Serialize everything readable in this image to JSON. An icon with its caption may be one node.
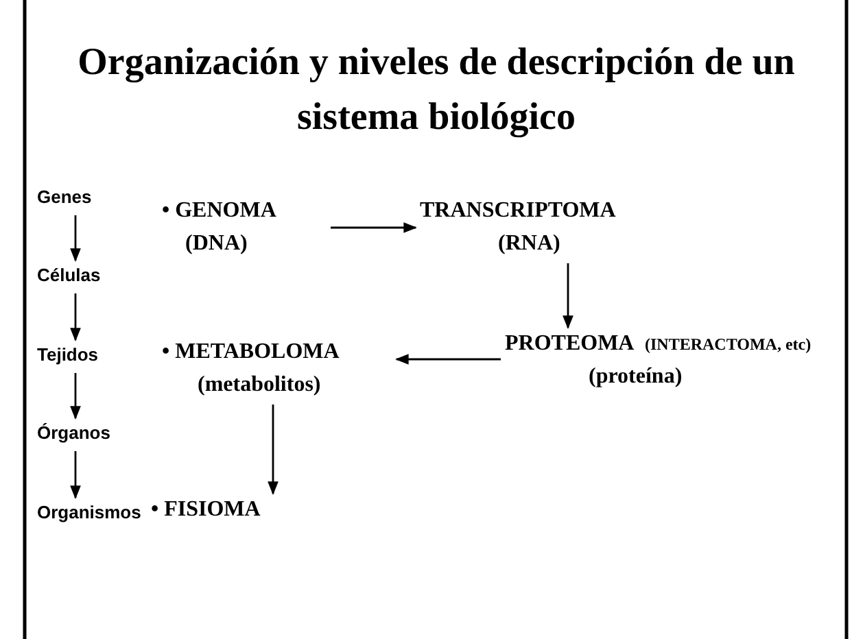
{
  "diagram": {
    "title": "Organización y niveles de descripción de un sistema biológico",
    "nodes": [
      {
        "text": [
          "Genes"
        ]
      },
      {
        "text": [
          "Células"
        ]
      },
      {
        "text": [
          "Tejidos"
        ]
      },
      {
        "text": [
          "Órganos"
        ]
      },
      {
        "text": [
          "Organismos"
        ]
      },
      {
        "text": [
          "• GENOMA",
          "(DNA)"
        ]
      },
      {
        "text": [
          "TRANSCRIPTOMA",
          "(RNA)"
        ]
      },
      {
        "text": [
          "PROTEOMA",
          "(INTERACTOMA, etc)",
          "(proteína)"
        ]
      },
      {
        "text": [
          "• METABOLOMA",
          "(metabolitos)"
        ]
      },
      {
        "text": [
          "• FISIOMA"
        ]
      }
    ],
    "edges": [
      {
        "from": 0,
        "to": 1,
        "arrow": "to"
      },
      {
        "from": 1,
        "to": 2,
        "arrow": "to"
      },
      {
        "from": 2,
        "to": 3,
        "arrow": "to"
      },
      {
        "from": 3,
        "to": 4,
        "arrow": "to"
      },
      {
        "from": 5,
        "to": 6,
        "arrow": "to"
      },
      {
        "from": 6,
        "to": 7,
        "arrow": "to"
      },
      {
        "from": 7,
        "to": 8,
        "arrow": "to"
      },
      {
        "from": 8,
        "to": 9,
        "arrow": "to"
      }
    ]
  }
}
